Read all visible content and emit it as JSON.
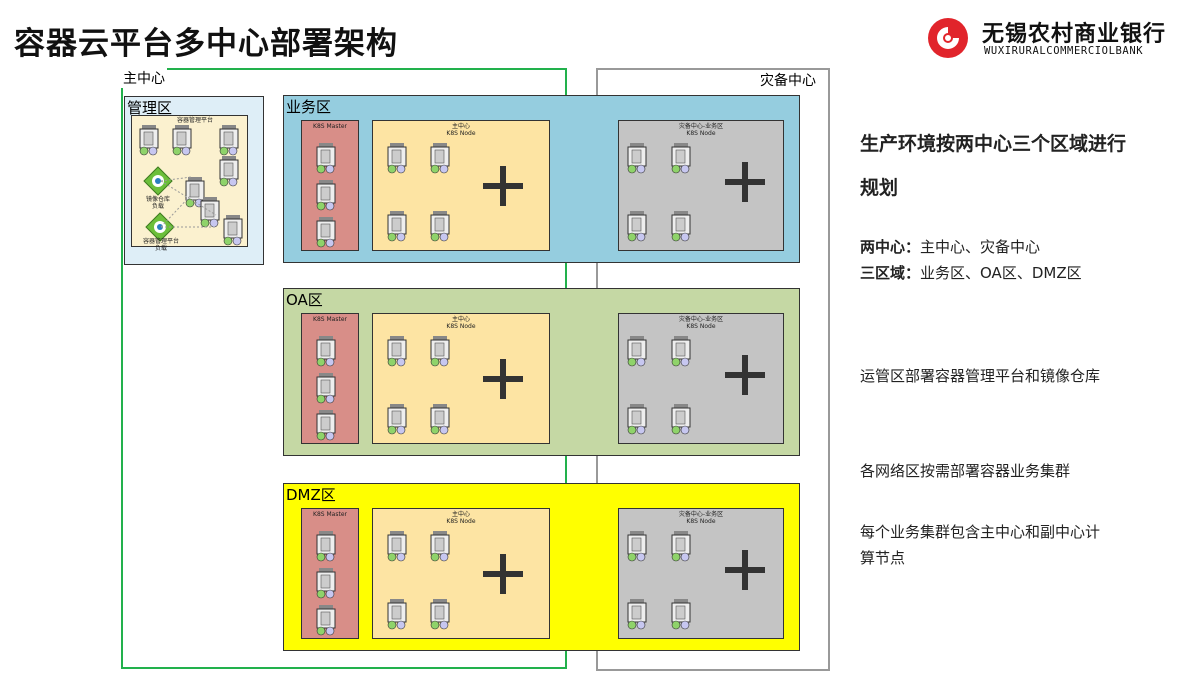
{
  "title": "容器云平台多中心部署架构",
  "logo": {
    "name_cn": "无锡农村商业银行",
    "name_en": "WUXIRURALCOMMERCIOLBANK",
    "brand_color": "#e1242b"
  },
  "centers": {
    "main": "主中心",
    "dr": "灾备中心"
  },
  "mgmt": {
    "label": "管理区",
    "platform": "容器管理平台",
    "registry": "镜像仓库\n负载",
    "mgr_platform": "容器管理平台\n负载"
  },
  "zones": [
    {
      "label": "业务区",
      "color": "#95cddf",
      "master": "K8S Master",
      "main_title": "主中心\nK8S Node",
      "dr_title": "灾备中心-业务区\nK8S Node"
    },
    {
      "label": "OA区",
      "color": "#c5d8a4",
      "master": "K8S Master",
      "main_title": "主中心\nK8S Node",
      "dr_title": "灾备中心-业务区\nK8S Node"
    },
    {
      "label": "DMZ区",
      "color": "#ffff00",
      "master": "K8S Master",
      "main_title": "主中心\nK8S Node",
      "dr_title": "灾备中心-业务区\nK8S Node"
    }
  ],
  "notes": {
    "heading": "生产环境按两中心三个区域进行规划",
    "two_centers_label": "两中心：",
    "two_centers": "主中心、灾备中心",
    "three_zones_label": "三区域：",
    "three_zones": "业务区、OA区、DMZ区",
    "p1": "运管区部署容器管理平台和镜像仓库",
    "p2": "各网络区按需部署容器业务集群",
    "p3": "每个业务集群包含主中心和副中心计算节点"
  }
}
